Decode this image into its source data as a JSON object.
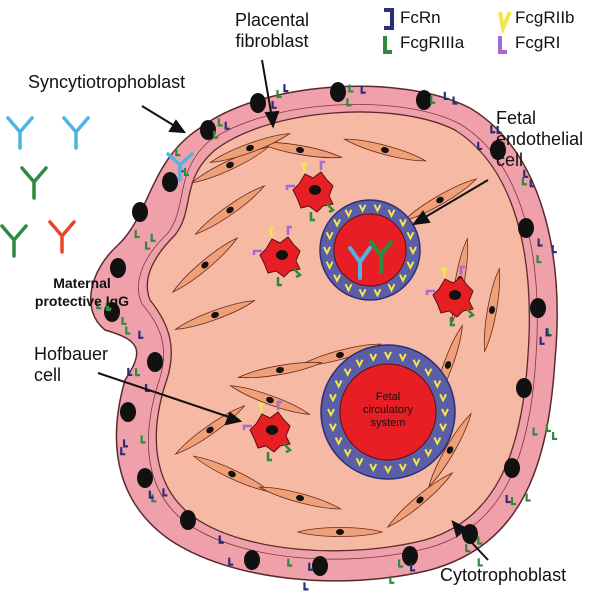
{
  "legend": {
    "items": [
      {
        "label": "FcRn",
        "color": "#2b2e7a"
      },
      {
        "label": "FcgRIIIa",
        "color": "#2e8b3e"
      },
      {
        "label": "FcgRIIb",
        "color": "#f0e84a"
      },
      {
        "label": "FcgRI",
        "color": "#a56ad6"
      }
    ]
  },
  "labels": {
    "placental_fibroblast": [
      "Placental",
      "fibroblast"
    ],
    "syncytiotrophoblast": "Syncytiotrophoblast",
    "fetal_endothelial_cell": [
      "Fetal",
      "endothelial",
      "cell"
    ],
    "maternal_igg": [
      "Maternal",
      "protective IgG"
    ],
    "hofbauer_cell": [
      "Hofbauer",
      "cell"
    ],
    "fetal_circulatory_system": [
      "Fetal",
      "circulatory",
      "system"
    ],
    "cytotrophoblast": "Cytotrophoblast"
  },
  "colors": {
    "outer_tissue": "#f0a0aa",
    "inner_tissue": "#f6b9a4",
    "fibroblast": "#f0a078",
    "vessel_blue": "#5b5ea6",
    "vessel_red": "#e81e25",
    "igg_light_blue": "#4fb3e3",
    "igg_green": "#2e8b3e",
    "igg_red": "#e8452a",
    "nucleus": "#111111"
  }
}
